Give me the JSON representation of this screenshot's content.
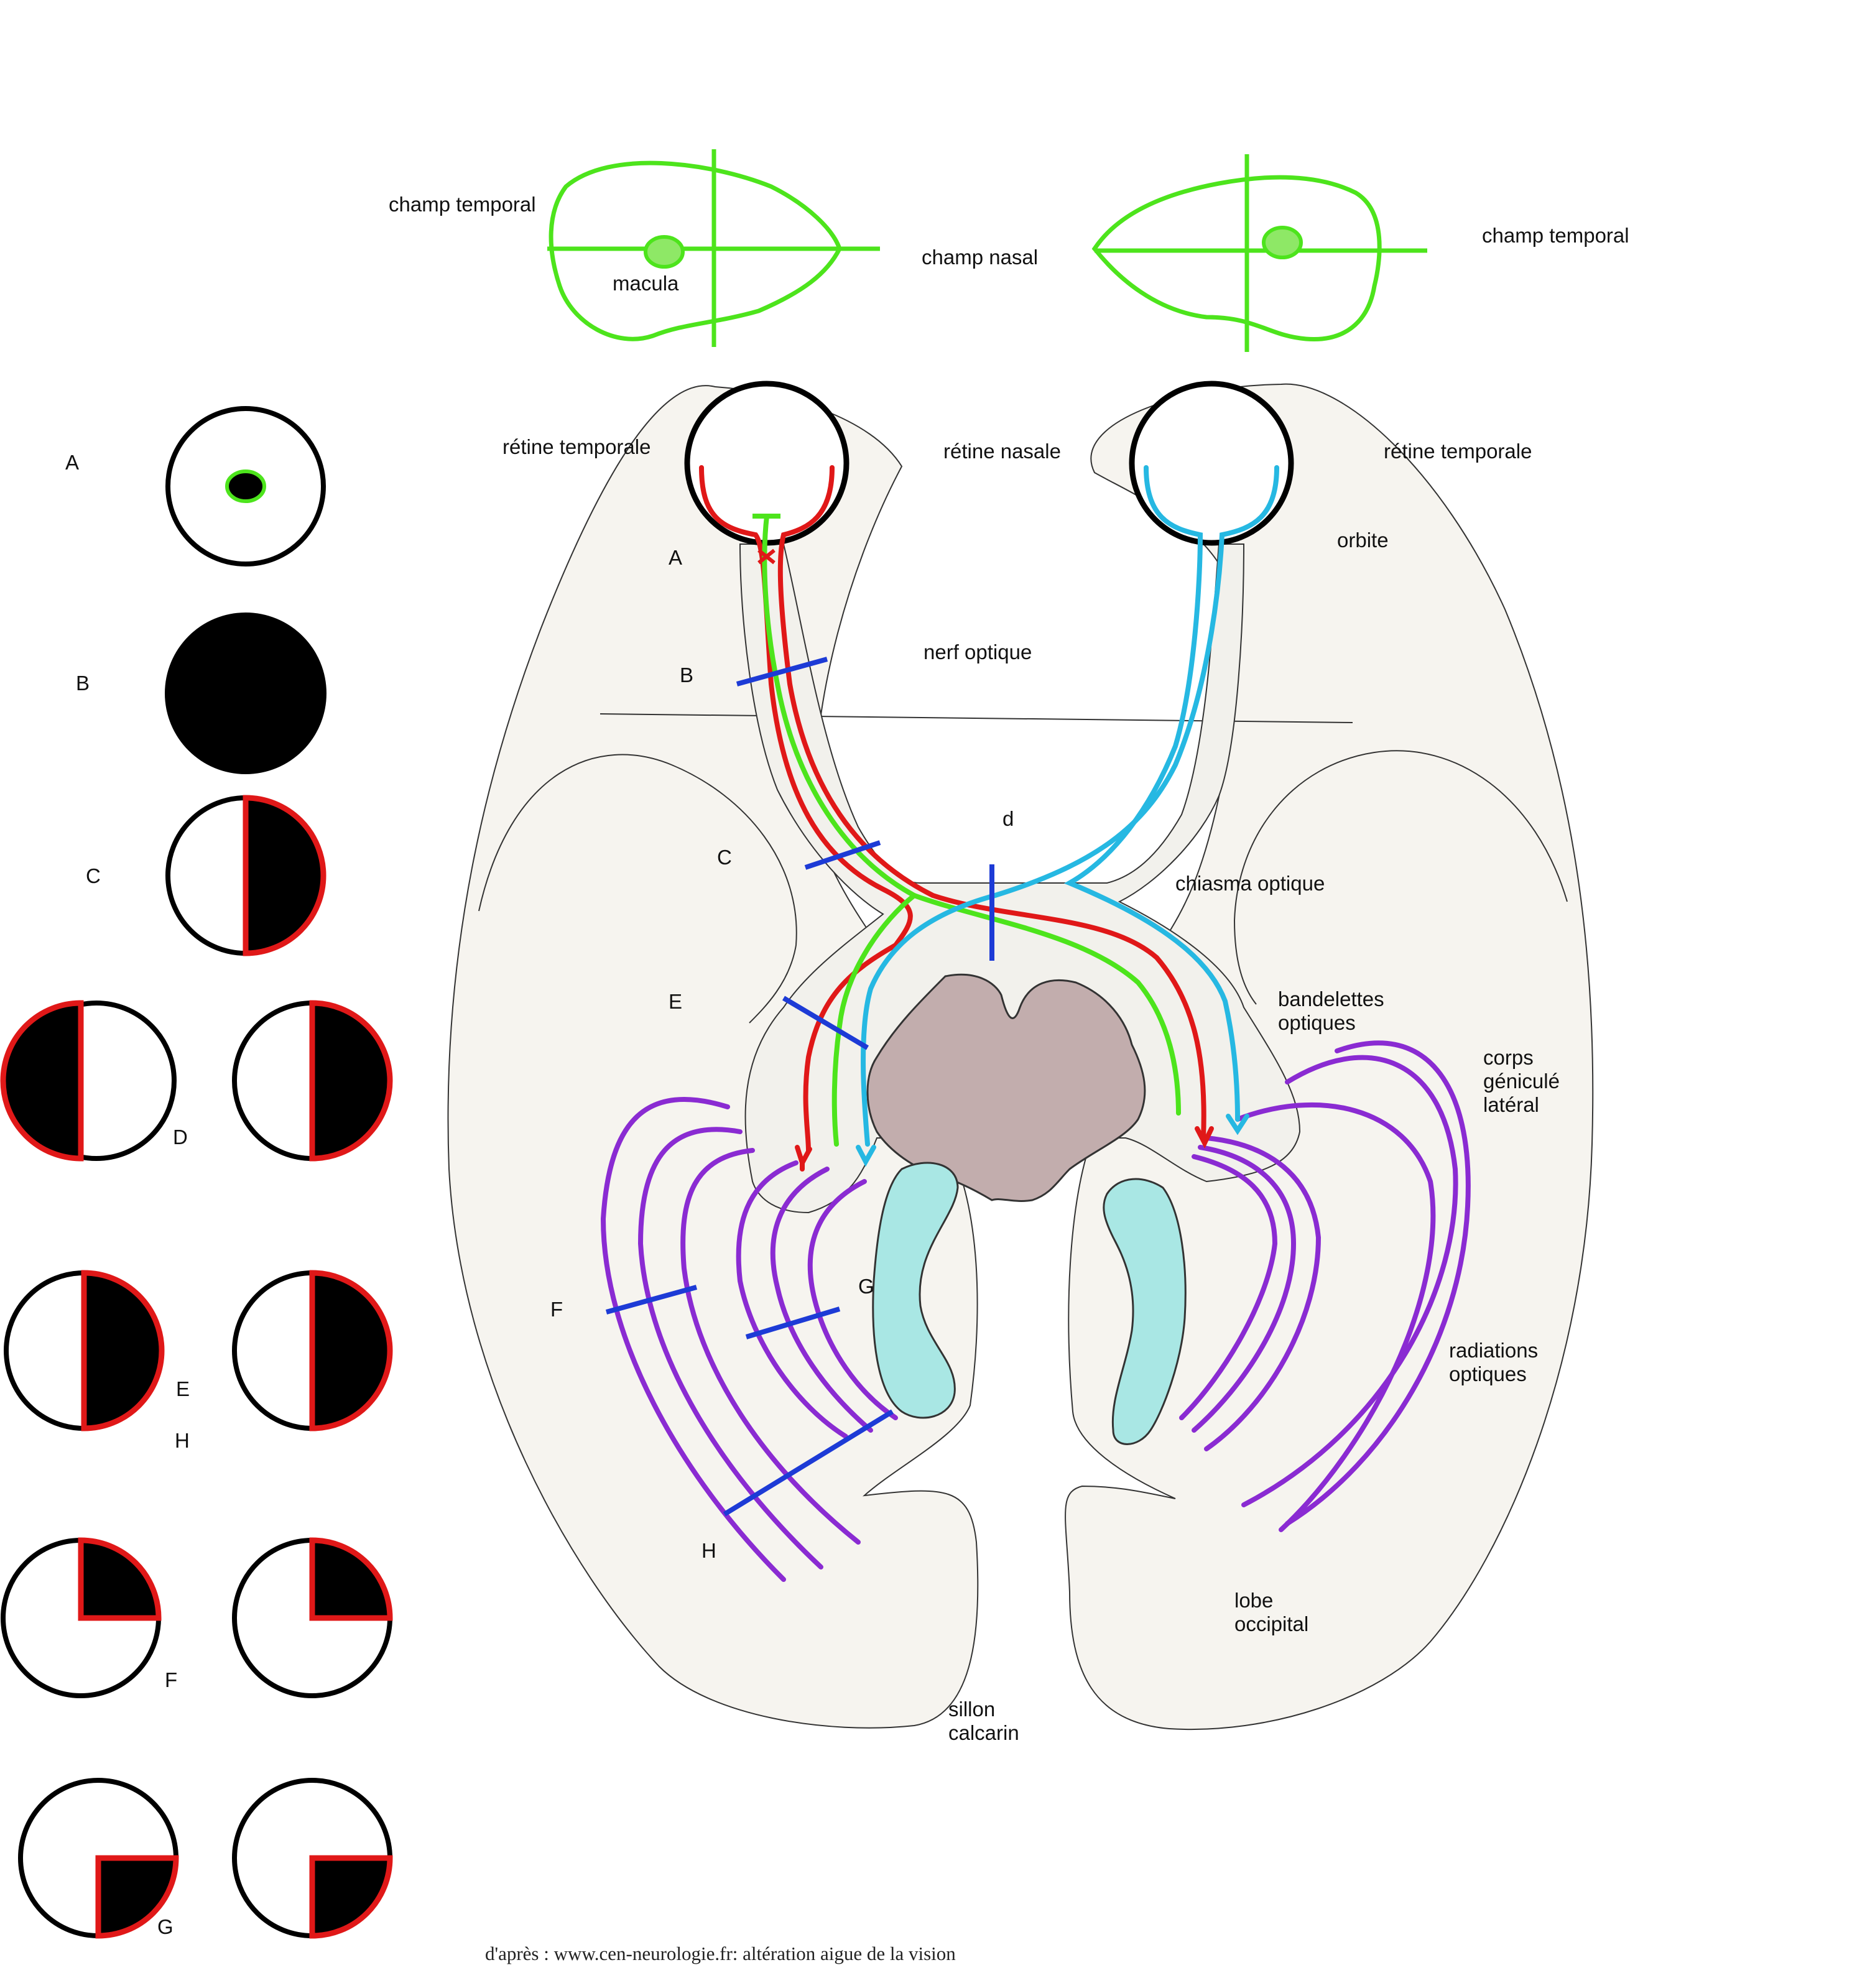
{
  "colors": {
    "fibre_temporal_left": "#e01818",
    "fibre_macular": "#4de41c",
    "fibre_nasal_right": "#26b8e2",
    "optic_radiations": "#8a2bd2",
    "lesion_marker": "#1d3bd6",
    "brainstem": "#c2adad",
    "ventricles": "#a9e7e4",
    "tissue": "#f6f4ef"
  },
  "visual_fields": {
    "left_temporal": "champ temporal",
    "macula": "macula",
    "nasal": "champ nasal",
    "right_temporal": "champ temporal"
  },
  "anatomy": {
    "retina_temporal_left": "rétine temporale",
    "retina_nasal": "rétine nasale",
    "retina_temporal_right": "rétine temporale",
    "orbit": "orbite",
    "optic_nerve": "nerf optique",
    "chiasm_marker": "d",
    "chiasm": "chiasma optique",
    "optic_tracts": [
      "bandelettes",
      "optiques"
    ],
    "lgn": [
      "corps",
      "géniculé",
      "latéral"
    ],
    "optic_radiations": [
      "radiations",
      "optiques"
    ],
    "occipital_lobe": [
      "lobe",
      "occipital"
    ],
    "calcarine_sulcus": [
      "sillon",
      "calcarin"
    ]
  },
  "lesion_sites": {
    "A": "A",
    "B": "B",
    "C": "C",
    "E": "E",
    "F": "F",
    "G": "G",
    "H": "H"
  },
  "field_defects": {
    "A": "A",
    "B": "B",
    "C": "C",
    "D": "D",
    "E": "E",
    "H": "H",
    "F": "F",
    "G": "G"
  },
  "credit": "d'après : www.cen-neurologie.fr: altération aigue de la vision"
}
